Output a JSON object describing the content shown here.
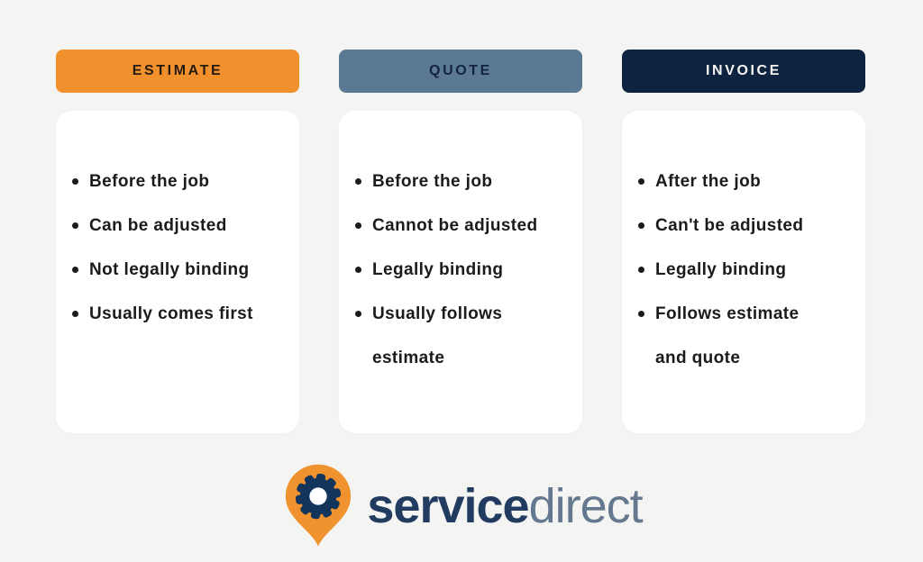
{
  "title": "Estimate vs Quote vs Invoice comparison",
  "colors": {
    "background": "#f4f4f2",
    "card_bg": "#ffffff",
    "estimate_accent": "#f0912d",
    "estimate_text": "#281b0f",
    "quote_accent": "#5b7995",
    "quote_text": "#14233f",
    "invoice_accent": "#0e2340",
    "invoice_text": "#f7f5f2",
    "bullet_text": "#1c1b1a",
    "logo_primary": "#213c60",
    "logo_secondary": "#64798f",
    "pin_orange": "#f0922e",
    "gear_navy": "#14355b"
  },
  "columns": [
    {
      "header": "ESTIMATE",
      "items": [
        "Before the job",
        "Can be adjusted",
        "Not legally binding",
        "Usually comes first"
      ]
    },
    {
      "header": "QUOTE",
      "items": [
        "Before the job",
        "Cannot be adjusted",
        "Legally binding",
        "Usually follows\nestimate"
      ]
    },
    {
      "header": "INVOICE",
      "items": [
        "After the job",
        "Can't be adjusted",
        "Legally binding",
        "Follows estimate\nand quote"
      ]
    }
  ],
  "logo": {
    "icon": "gear-pin-icon",
    "text_primary": "service",
    "text_secondary": "direct"
  }
}
